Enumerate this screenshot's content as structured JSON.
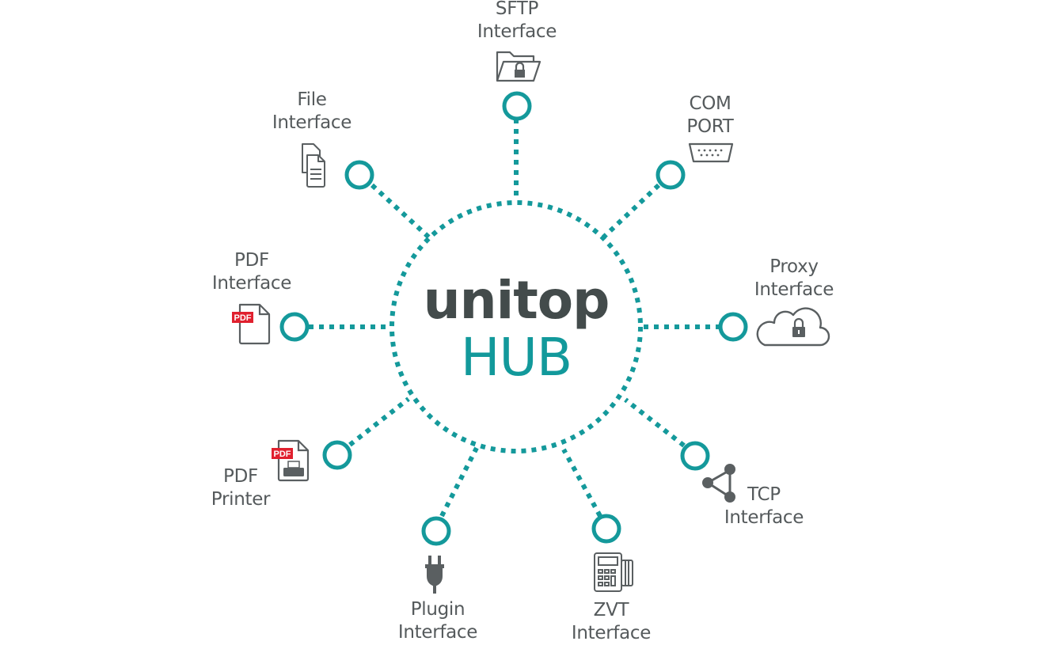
{
  "colors": {
    "accent": "#14999b",
    "text": "#555a5c",
    "title": "#434b4b",
    "pdf_badge": "#e0202e"
  },
  "hub": {
    "line1": "unitop",
    "line2": "HUB"
  },
  "nodes": [
    {
      "id": "sftp",
      "line1": "SFTP",
      "line2": "Interface",
      "icon": "folder-lock-icon"
    },
    {
      "id": "com",
      "line1": "COM",
      "line2": "PORT",
      "icon": "serial-port-icon"
    },
    {
      "id": "proxy",
      "line1": "Proxy",
      "line2": "Interface",
      "icon": "cloud-lock-icon"
    },
    {
      "id": "tcp",
      "line1": "TCP",
      "line2": "Interface",
      "icon": "network-nodes-icon"
    },
    {
      "id": "zvt",
      "line1": "ZVT",
      "line2": "Interface",
      "icon": "payment-terminal-icon"
    },
    {
      "id": "plugin",
      "line1": "Plugin",
      "line2": "Interface",
      "icon": "plug-icon"
    },
    {
      "id": "pdfprinter",
      "line1": "PDF",
      "line2": "Printer",
      "icon": "pdf-printer-icon"
    },
    {
      "id": "pdf",
      "line1": "PDF",
      "line2": "Interface",
      "icon": "pdf-file-icon"
    },
    {
      "id": "file",
      "line1": "File",
      "line2": "Interface",
      "icon": "documents-icon"
    }
  ],
  "badges": {
    "pdf": "PDF"
  }
}
